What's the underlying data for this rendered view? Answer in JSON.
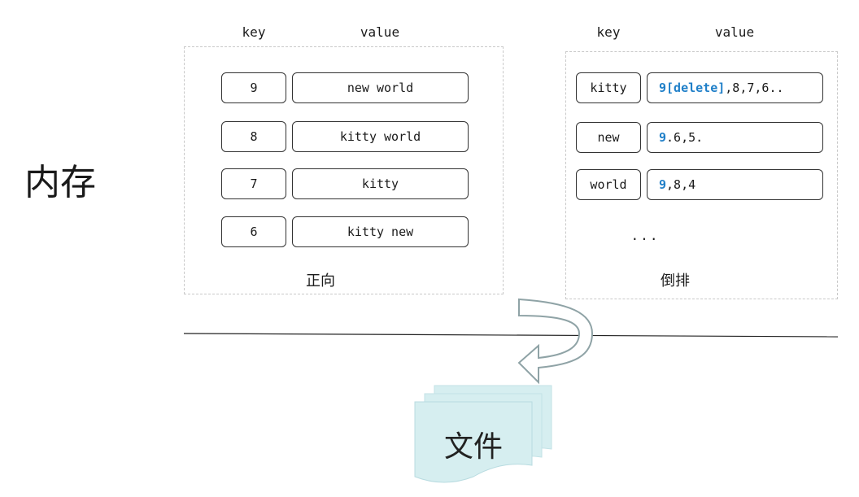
{
  "memory_label": "内存",
  "forward_index": {
    "key_header": "key",
    "value_header": "value",
    "caption": "正向",
    "rows": [
      {
        "key": "9",
        "value": "new world"
      },
      {
        "key": "8",
        "value": "kitty world"
      },
      {
        "key": "7",
        "value": "kitty"
      },
      {
        "key": "6",
        "value": "kitty new"
      }
    ]
  },
  "inverted_index": {
    "key_header": "key",
    "value_header": "value",
    "caption": "倒排",
    "ellipsis": "...",
    "rows": [
      {
        "key": "kitty",
        "value_highlight": "9[delete]",
        "value_rest": ",8,7,6.."
      },
      {
        "key": "new",
        "value_highlight": "9",
        "value_rest": ".6,5."
      },
      {
        "key": "world",
        "value_highlight": "9",
        "value_rest": ",8,4"
      }
    ]
  },
  "file_label": "文件",
  "colors": {
    "highlight": "#1f7fc8",
    "file_fill": "#d6eef0",
    "arrow_stroke": "#8fa3a6"
  }
}
